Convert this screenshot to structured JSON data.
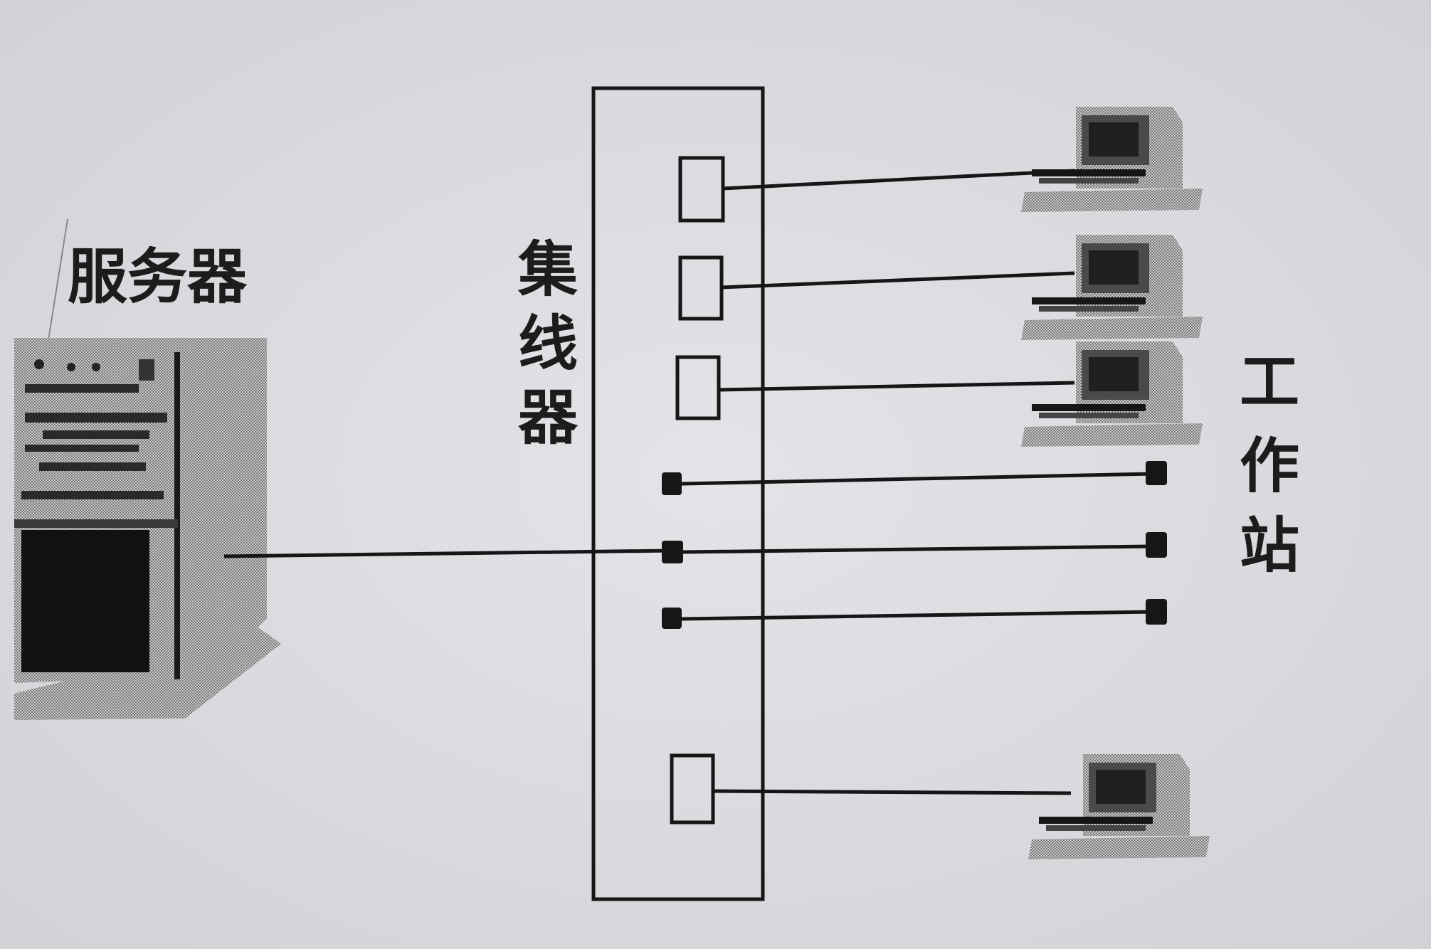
{
  "labels": {
    "server": "服务器",
    "hub": [
      "集",
      "线",
      "器"
    ],
    "workstation": [
      "工",
      "作",
      "站"
    ]
  },
  "nodes": {
    "server": {
      "name": "server",
      "icon": "server-icon"
    },
    "hub": {
      "name": "hub",
      "ports": 7
    },
    "workstations": [
      {
        "name": "workstation-1",
        "icon": "computer-icon",
        "port_type": "rj45"
      },
      {
        "name": "workstation-2",
        "icon": "computer-icon",
        "port_type": "rj45"
      },
      {
        "name": "workstation-3",
        "icon": "computer-icon",
        "port_type": "rj45"
      },
      {
        "name": "terminal-1",
        "icon": "connector-icon",
        "port_type": "dot"
      },
      {
        "name": "terminal-2",
        "icon": "connector-icon",
        "port_type": "dot"
      },
      {
        "name": "terminal-3",
        "icon": "connector-icon",
        "port_type": "dot"
      },
      {
        "name": "workstation-4",
        "icon": "computer-icon",
        "port_type": "rj45"
      }
    ]
  },
  "colors": {
    "background": "#dcdde1",
    "ink": "#161616",
    "dither_light": "#bdbdbd",
    "dither_dark": "#6a6a6a"
  }
}
